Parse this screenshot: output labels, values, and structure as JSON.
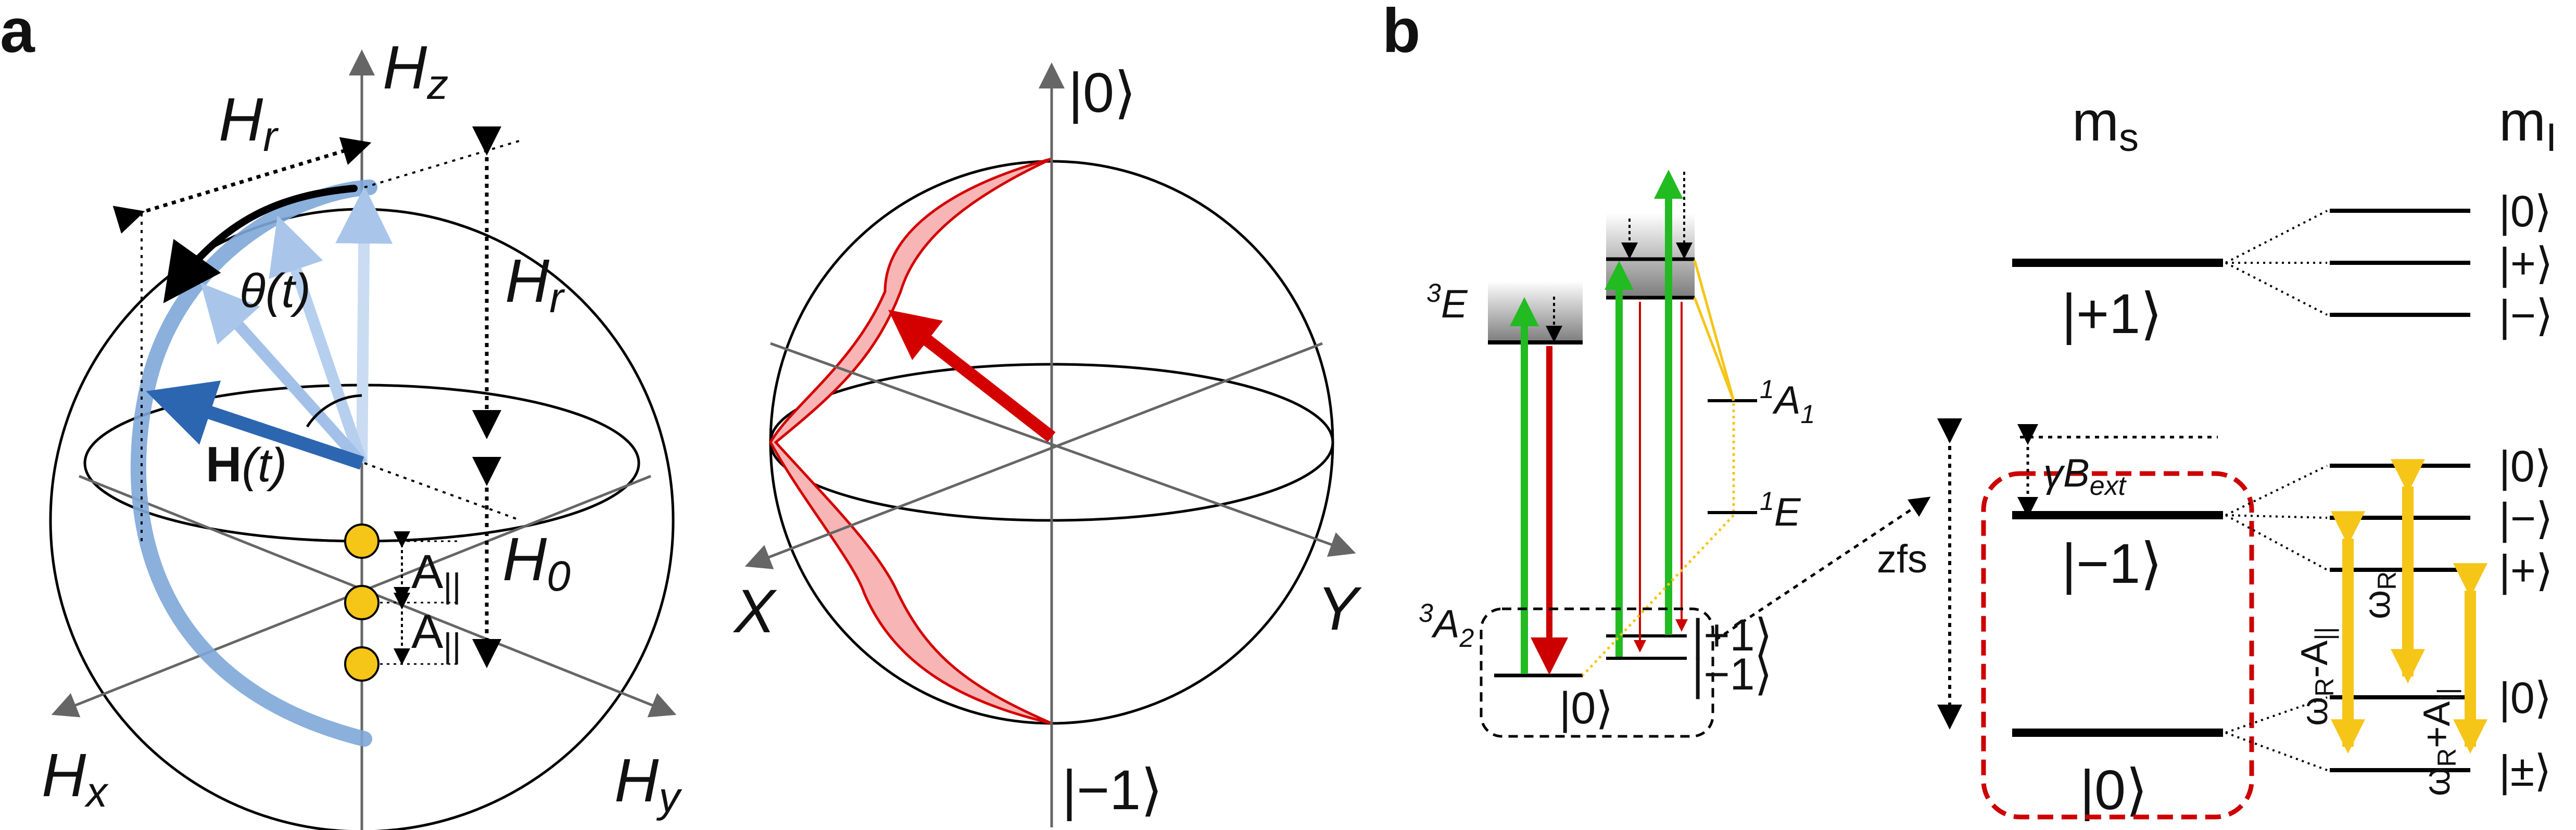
{
  "panel_a": {
    "letter": "a",
    "axis_hz": "H",
    "axis_hz_sub": "z",
    "axis_hx": "H",
    "axis_hx_sub": "x",
    "axis_hy": "H",
    "axis_hy_sub": "y",
    "hr_top": "H",
    "hr_top_sub": "r",
    "hr_right": "H",
    "hr_right_sub": "r",
    "h0": "H",
    "h0_sub": "0",
    "theta": "θ(t)",
    "hvec_bold": "H",
    "hvec_rest": "(t)",
    "a_par_1": "A",
    "a_par_1_sub": "||",
    "a_par_2": "A",
    "a_par_2_sub": "||",
    "colors": {
      "blue": "#3a73b8",
      "blue_light": "#a8c4e6",
      "gold": "#f5c518"
    }
  },
  "bloch": {
    "top": "|0⟩",
    "bottom": "|−1⟩",
    "x": "X",
    "y": "Y",
    "colors": {
      "red": "#d40000",
      "fill": "#f7b5b5"
    }
  },
  "panel_b": {
    "letter": "b",
    "level_3E": "E",
    "level_3E_sup": "3",
    "level_3A2": "A",
    "level_3A2_sup": "3",
    "level_3A2_sub": "2",
    "level_1A1": "A",
    "level_1A1_sup": "1",
    "level_1A1_sub": "1",
    "level_1E": "E",
    "level_1E_sup": "1",
    "ket_p1": "|+1⟩",
    "ket_m1": "|−1⟩",
    "ket_0": "|0⟩",
    "zfs": "zfs",
    "ms_header": "m",
    "ms_header_sub": "s",
    "mi_header": "m",
    "mi_header_sub": "I",
    "ms_plus1": "|+1⟩",
    "ms_minus1": "|−1⟩",
    "ms_0": "|0⟩",
    "gamma_b": "γB",
    "gamma_b_sub": "ext",
    "mi_top": [
      "|0⟩",
      "|+⟩",
      "|−⟩"
    ],
    "mi_mid": [
      "|0⟩",
      "|−⟩",
      "|+⟩"
    ],
    "mi_bot": [
      "|0⟩",
      "|±⟩"
    ],
    "omega_r_minus": "ω",
    "omega_r_minus_sub": "R",
    "omega_r_minus_rest": "-A",
    "omega_r_minus_rest_sub": "||",
    "omega_r": "ω",
    "omega_r_sub": "R",
    "omega_r_plus": "ω",
    "omega_r_plus_sub": "R",
    "omega_r_plus_rest": "+A",
    "omega_r_plus_rest_sub": "||",
    "colors": {
      "green": "#22bb22",
      "red": "#cc0000",
      "yellow": "#f5c518",
      "dashed_red": "#cc0000"
    }
  }
}
